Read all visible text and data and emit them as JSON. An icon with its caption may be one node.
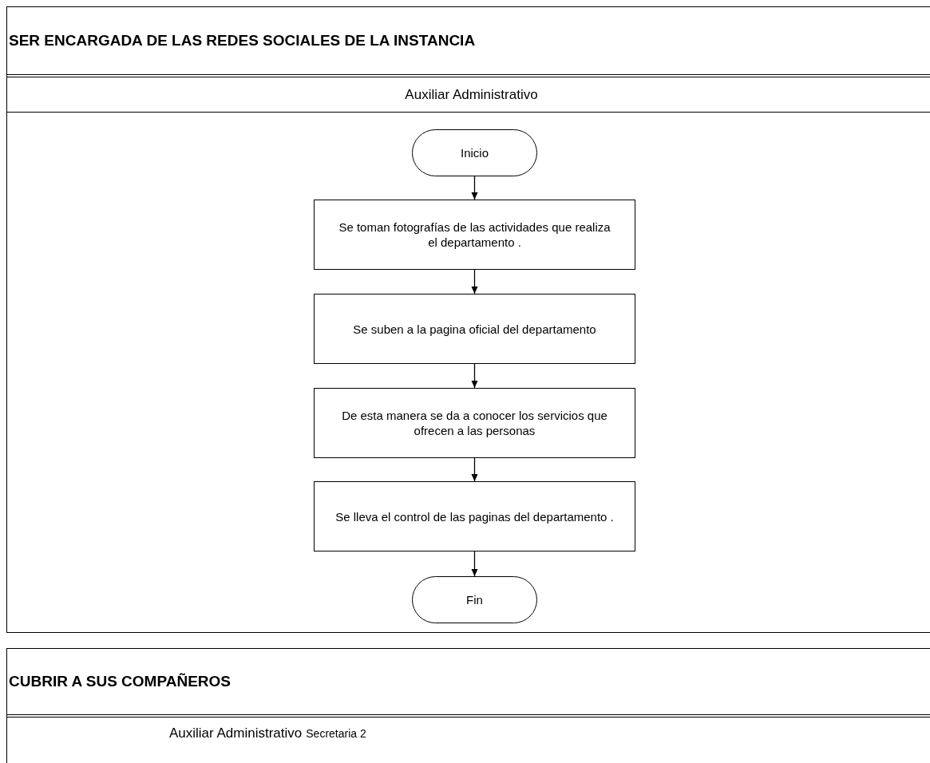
{
  "diagram": {
    "nodes": [
      {
        "text": [
          "SER ENCARGADA DE LAS REDES SOCIALES DE LA INSTANCIA",
          "Auxiliar Administrativo"
        ]
      },
      {
        "text": [
          "Inicio"
        ],
        "in": 0
      },
      {
        "text": [
          "Se toman fotografías de las actividades que realiza el departamento ."
        ],
        "in": 0
      },
      {
        "text": [
          "Se suben a la pagina oficial del departamento"
        ],
        "in": 0
      },
      {
        "text": [
          "De esta manera se da a conocer los servicios que ofrecen a las personas"
        ],
        "in": 0
      },
      {
        "text": [
          "Se lleva el control de las paginas del departamento ."
        ],
        "in": 0
      },
      {
        "text": [
          "Fin"
        ],
        "in": 0
      },
      {
        "text": [
          "CUBRIR A SUS COMPAÑEROS",
          "Auxiliar Administrativo",
          "Secretaria 2"
        ]
      }
    ],
    "edges": [
      {
        "from": 1,
        "to": 2,
        "arrow": "to"
      },
      {
        "from": 2,
        "to": 3,
        "arrow": "to"
      },
      {
        "from": 3,
        "to": 4,
        "arrow": "to"
      },
      {
        "from": 4,
        "to": 5,
        "arrow": "to"
      },
      {
        "from": 5,
        "to": 6,
        "arrow": "to"
      }
    ]
  }
}
